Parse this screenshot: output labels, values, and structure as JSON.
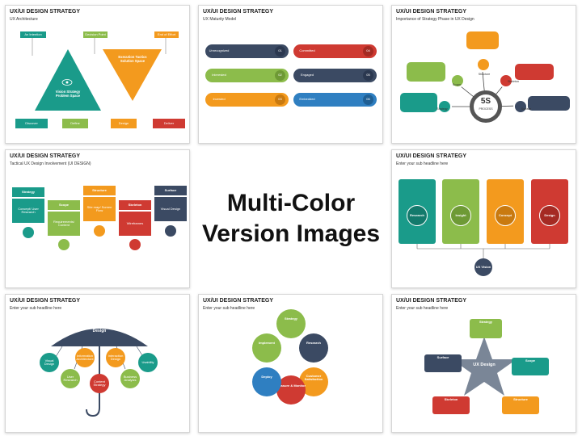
{
  "center": {
    "line1": "Multi-Color",
    "line2": "Version Images"
  },
  "slides": [
    {
      "title": "UX/UI DESIGN STRATEGY",
      "subtitle": "UX Architecture",
      "top_labels": [
        "An Intention",
        "Decision Point",
        "End of Effort"
      ],
      "left_triangle": "Vision Strategy Problem Space",
      "right_triangle": "Execution Tactics Solution Space",
      "bottom_labels": [
        "Discover",
        "Define",
        "Design",
        "Deliver"
      ]
    },
    {
      "title": "UX/UI DESIGN STRATEGY",
      "subtitle": "UX Maturity Model",
      "stages": [
        {
          "name": "Unrecognized",
          "num": "01"
        },
        {
          "name": "Interested",
          "num": "02"
        },
        {
          "name": "Invested",
          "num": "03"
        },
        {
          "name": "Committed",
          "num": "04"
        },
        {
          "name": "Engaged",
          "num": "05"
        },
        {
          "name": "Embedded",
          "num": "06"
        }
      ]
    },
    {
      "title": "UX/UI DESIGN STRATEGY",
      "subtitle": "Importance of Strategy Phase in UX Design",
      "center": "5S",
      "center_sub": "PROCESS",
      "nodes": [
        "Structure",
        "Skeleton",
        "Surface",
        "Strategy",
        "Scope"
      ]
    },
    {
      "title": "UX/UI DESIGN STRATEGY",
      "subtitle": "Tactical UX Design Involvement (UI DESIGN)",
      "columns": [
        {
          "head": "Strategy",
          "body": "Concept/ User Research"
        },
        {
          "head": "Scope",
          "body": "Requirements/ Content"
        },
        {
          "head": "Structure",
          "body": "Site map/ Screen Flow"
        },
        {
          "head": "Skeleton",
          "body": "Wireframes"
        },
        {
          "head": "Surface",
          "body": "Visual Design"
        }
      ]
    },
    {
      "title": "UX/UI DESIGN STRATEGY",
      "subtitle": "Enter your sub headline here",
      "columns": [
        "Research",
        "Insight",
        "Concept",
        "Design"
      ],
      "bottom": "UX Vision"
    },
    {
      "title": "UX/UI DESIGN STRATEGY",
      "subtitle": "Enter your sub headline here",
      "umbrella": "UX Design",
      "circles": [
        "Visual Design",
        "User Research",
        "Information Architecture",
        "Content Strategy",
        "Interaction Design",
        "Business Analysis",
        "Usability"
      ]
    },
    {
      "title": "UX/UI DESIGN STRATEGY",
      "subtitle": "Enter your sub headline here",
      "nodes": [
        "Strategy",
        "Research",
        "Customer Satisfaction",
        "Measure & Monitor",
        "Deploy",
        "Implement"
      ]
    },
    {
      "title": "UX/UI DESIGN STRATEGY",
      "subtitle": "Enter your sub headline here",
      "center": "UX Design",
      "nodes": [
        "Strategy",
        "Scope",
        "Structure",
        "Skeleton",
        "Surface"
      ]
    }
  ],
  "colors": {
    "teal": "#1a9b8a",
    "green": "#8cbc4b",
    "orange": "#f39a1e",
    "red": "#cf3a32",
    "navy": "#3b4a63",
    "blue": "#2f7fc1"
  }
}
